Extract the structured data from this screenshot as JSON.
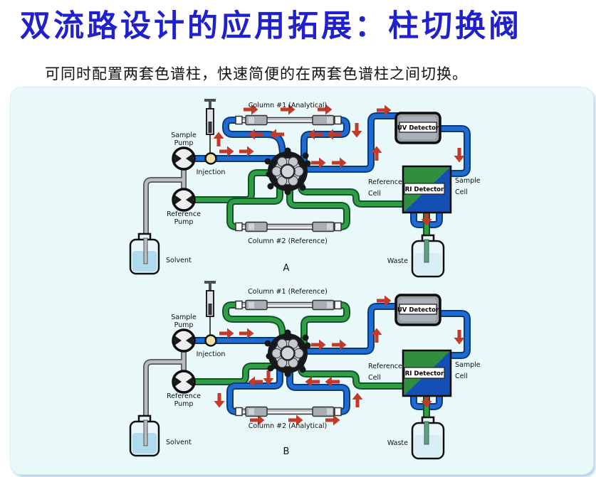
{
  "slide": {
    "title": "双流路设计的应用拓展：柱切换阀",
    "subtitle": "可同时配置两套色谱柱，快速简便的在两套色谱柱之间切换。"
  },
  "colors": {
    "title": "#2020cc",
    "panel_bg": "#e9f8f8",
    "sample_path_blue": "#1e6bd2",
    "reference_path_green": "#2f9e44",
    "flow_arrow_red": "#c23b2a"
  },
  "diagram_a": {
    "figure_label": "A",
    "sample_pump": [
      "Sample",
      "Pump"
    ],
    "reference_pump": [
      "Reference",
      "Pump"
    ],
    "injection": "Injection",
    "solvent": "Solvent",
    "column_top": "Column #1 (Analytical)",
    "column_bottom": "Column #2 (Reference)",
    "uv_detector": "UV Detector",
    "ri_detector": "RI Detector",
    "reference_cell": [
      "Reference",
      "Cell"
    ],
    "sample_cell": [
      "Sample",
      "Cell"
    ],
    "waste": "Waste"
  },
  "diagram_b": {
    "figure_label": "B",
    "sample_pump": [
      "Sample",
      "Pump"
    ],
    "reference_pump": [
      "Reference",
      "Pump"
    ],
    "injection": "Injection",
    "solvent": "Solvent",
    "column_top": "Column #1 (Reference)",
    "column_bottom": "Column #2 (Analytical)",
    "uv_detector": "UV Detector",
    "ri_detector": "RI Detector",
    "reference_cell": [
      "Reference",
      "Cell"
    ],
    "sample_cell": [
      "Sample",
      "Cell"
    ],
    "waste": "Waste"
  }
}
